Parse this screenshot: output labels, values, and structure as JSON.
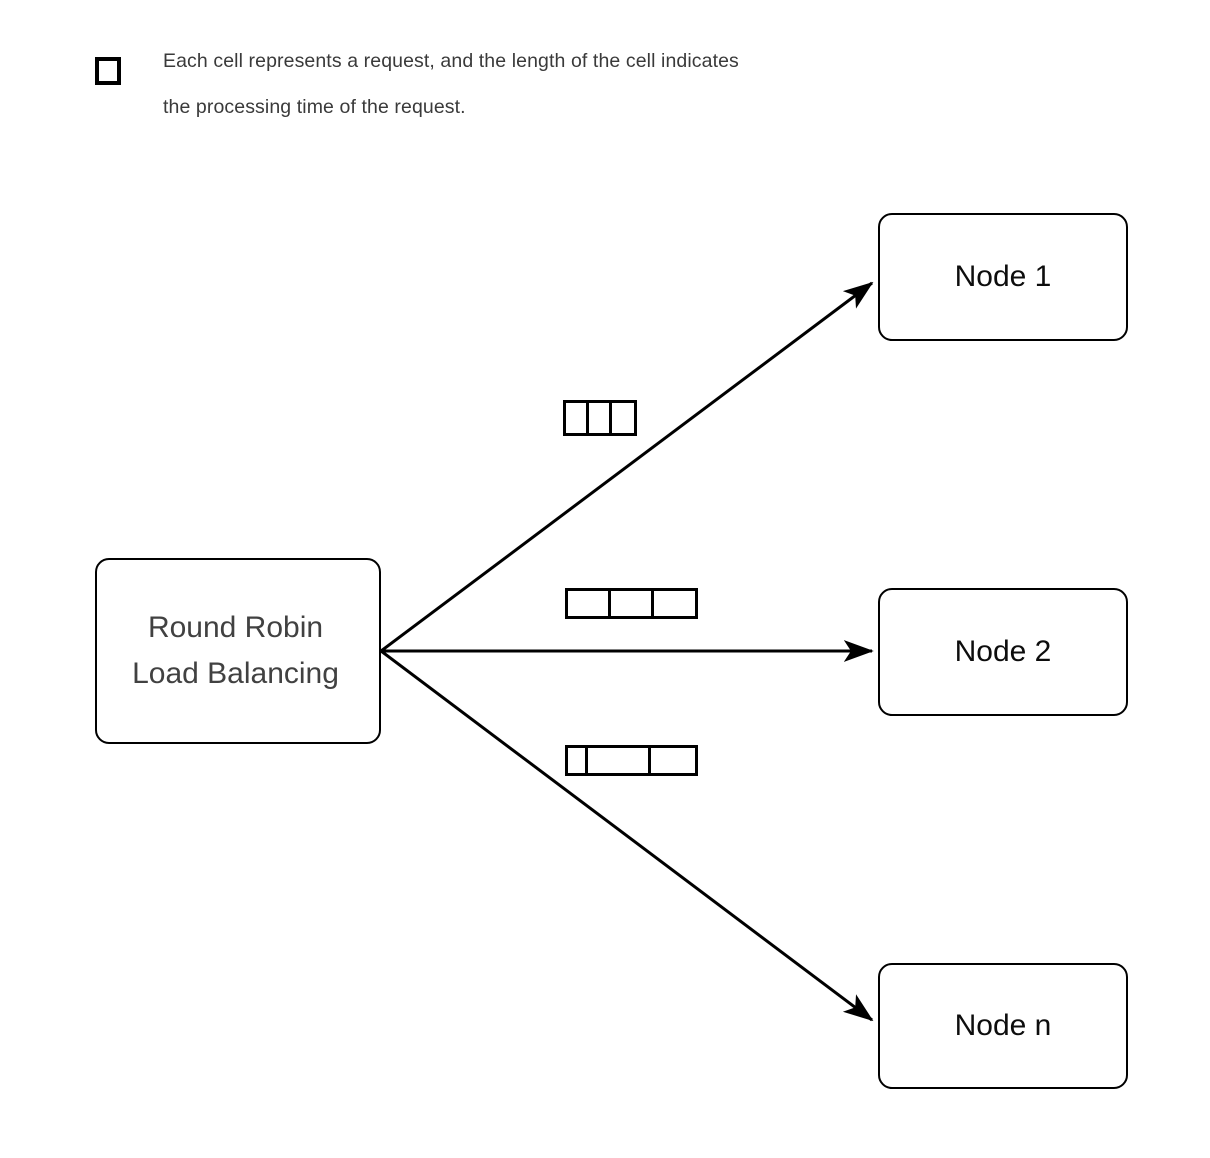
{
  "legend": {
    "swatch_icon": "empty-square-icon",
    "caption": "Each cell represents a request, and the length of the cell indicates\nthe processing time of the request."
  },
  "source": {
    "label": "Round Robin\nLoad Balancing"
  },
  "nodes": [
    {
      "id": "node-1",
      "label": "Node 1"
    },
    {
      "id": "node-2",
      "label": "Node 2"
    },
    {
      "id": "node-n",
      "label": "Node n"
    }
  ],
  "edges": [
    {
      "id": "edge-to-node-1",
      "from": "source",
      "to": "node-1",
      "arrowhead": "filled-triangle"
    },
    {
      "id": "edge-to-node-2",
      "from": "source",
      "to": "node-2",
      "arrowhead": "filled-triangle"
    },
    {
      "id": "edge-to-node-n",
      "from": "source",
      "to": "node-n",
      "arrowhead": "filled-triangle"
    }
  ],
  "request_queues": [
    {
      "id": "queue-node-1",
      "for_node": "node-1",
      "cell_count": 3,
      "cell_widths": [
        23,
        23,
        22
      ]
    },
    {
      "id": "queue-node-2",
      "for_node": "node-2",
      "cell_count": 3,
      "cell_widths": [
        43,
        43,
        41
      ]
    },
    {
      "id": "queue-node-n",
      "for_node": "node-n",
      "cell_count": 3,
      "cell_widths": [
        20,
        63,
        44
      ]
    }
  ],
  "colors": {
    "background": "#ffffff",
    "stroke": "#000000",
    "source_text": "#414141",
    "node_text": "#0d0d0d",
    "caption_text": "#3a3a3a"
  }
}
